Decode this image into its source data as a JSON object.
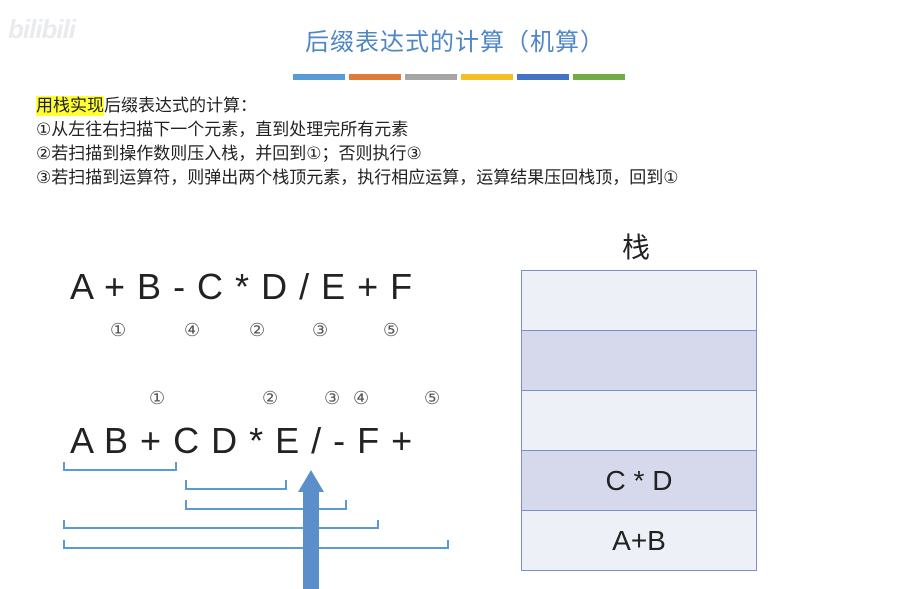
{
  "logo_text": "bilibili",
  "title": "后缀表达式的计算（机算）",
  "color_bar": [
    "#5b9bd5",
    "#e07b39",
    "#a5a5a5",
    "#f0c026",
    "#4472c4",
    "#70ad47"
  ],
  "rules": {
    "highlight": "用栈实现",
    "intro_rest": "后缀表达式的计算：",
    "step1": "①从左往右扫描下一个元素，直到处理完所有元素",
    "step2": "②若扫描到操作数则压入栈，并回到①；否则执行③",
    "step3": "③若扫描到运算符，则弹出两个栈顶元素，执行相应运算，运算结果压回栈顶，回到①"
  },
  "infix": {
    "expression": "A + B - C * D / E + F",
    "order_marks": [
      "①",
      "④",
      "②",
      "③",
      "⑤"
    ]
  },
  "postfix": {
    "expression": "A B + C D * E / - F +",
    "order_marks": [
      "①",
      "②",
      "③",
      "④",
      "⑤"
    ]
  },
  "stack": {
    "label": "栈",
    "slots": [
      "",
      "",
      "",
      "C * D",
      "A+B"
    ]
  },
  "colors": {
    "title": "#4f86c6",
    "bracket": "#5b9bd5",
    "arrow": "#5b8fc9",
    "stack_border": "#7b8fcc",
    "highlight": "#ffff33"
  }
}
